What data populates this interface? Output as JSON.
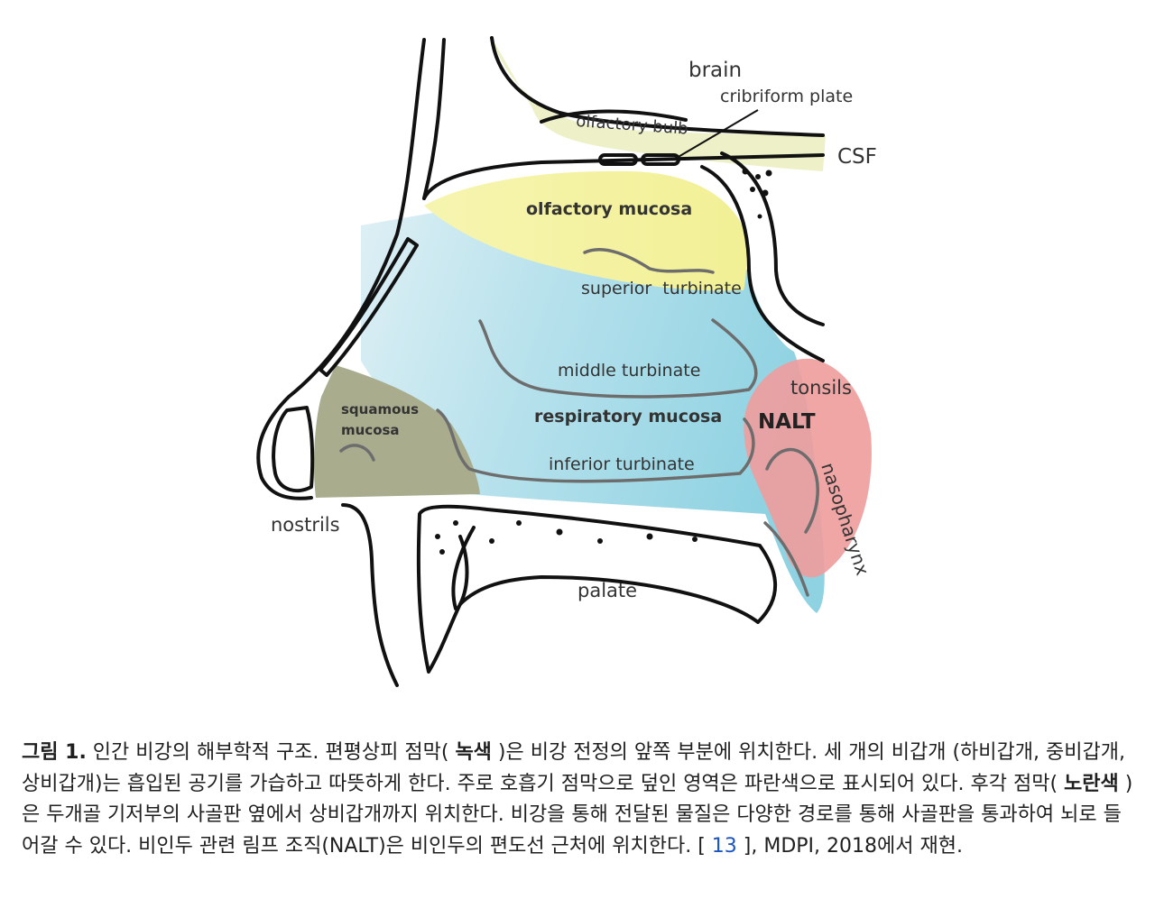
{
  "diagram": {
    "labels": {
      "brain": "brain",
      "cribriform_plate": "cribriform plate",
      "olfactory_bulb": "olfactory bulb",
      "csf": "CSF",
      "olfactory_mucosa": "olfactory mucosa",
      "superior_turbinate": "superior  turbinate",
      "middle_turbinate": "middle turbinate",
      "respiratory_mucosa": "respiratory mucosa",
      "inferior_turbinate": "inferior turbinate",
      "squamous_mucosa_line1": "squamous",
      "squamous_mucosa_line2": "mucosa",
      "tonsils": "tonsils",
      "nalt": "NALT",
      "nasopharynx": "nasopharynx",
      "nostrils": "nostrils",
      "palate": "palate"
    },
    "region_colors": {
      "olfactory_mucosa": "#f5f3a6",
      "respiratory_mucosa": "#a9dbe8",
      "squamous_mucosa": "#a9ad8e",
      "nalt": "#ef9c9c",
      "brain_band": "#eef1c8"
    }
  },
  "caption": {
    "figure_label": "그림 1.",
    "text_1": " 인간 비강의 해부학적 구조. 편평상피 점막( ",
    "green": "녹색",
    "text_2": " )은 비강 전정의 앞쪽 부분에 위치한다. 세 개의 비갑개 (하비갑개, 중비갑개, 상비갑개)는 흡입된 공기를 가습하고 따뜻하게 한다. 주로 호흡기 점막으로 덮인 영역은 파란색으로 표시되어 있다. 후각 점막( ",
    "yellow": "노란색",
    "text_3": " )은 두개골 기저부의 사골판 옆에서 상비갑개까지 위치한다. 비강을 통해 전달된 물질은 다양한 경로를 통해 사골판을 통과하여 뇌로 들어갈 수 있다. 비인두 관련 림프 조직(NALT)은 비인두의 편도선 근처에 위치한다. [ ",
    "ref_number": "13",
    "text_4": " ], MDPI, 2018에서 재현."
  }
}
